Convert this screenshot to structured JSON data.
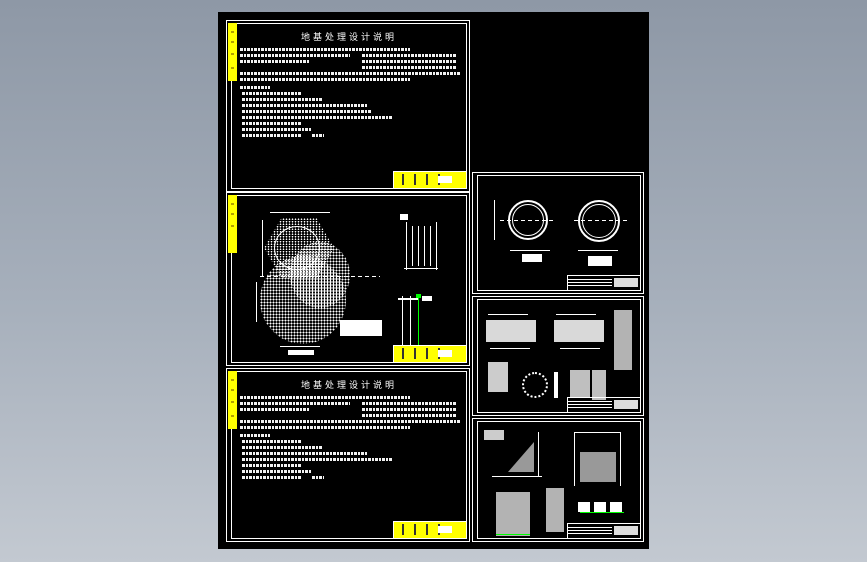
{
  "viewer": {
    "background": "gradient gray-blue",
    "model_space_color": "#000000",
    "accent_yellow": "#ffff00",
    "accent_green": "#00ff00"
  },
  "sheets": [
    {
      "id": "sheet-1",
      "title": "地基处理设计说明",
      "type": "design-notes",
      "position": "left-top"
    },
    {
      "id": "sheet-2",
      "title": "",
      "type": "pile-layout-plan",
      "position": "left-middle"
    },
    {
      "id": "sheet-3",
      "title": "地基处理设计说明",
      "type": "design-notes",
      "position": "left-bottom"
    },
    {
      "id": "sheet-4",
      "title": "",
      "type": "circular-foundation-sections",
      "position": "right-top"
    },
    {
      "id": "sheet-5",
      "title": "",
      "type": "detail-drawings",
      "position": "right-middle"
    },
    {
      "id": "sheet-6",
      "title": "",
      "type": "reinforcement-details",
      "position": "right-bottom"
    }
  ]
}
